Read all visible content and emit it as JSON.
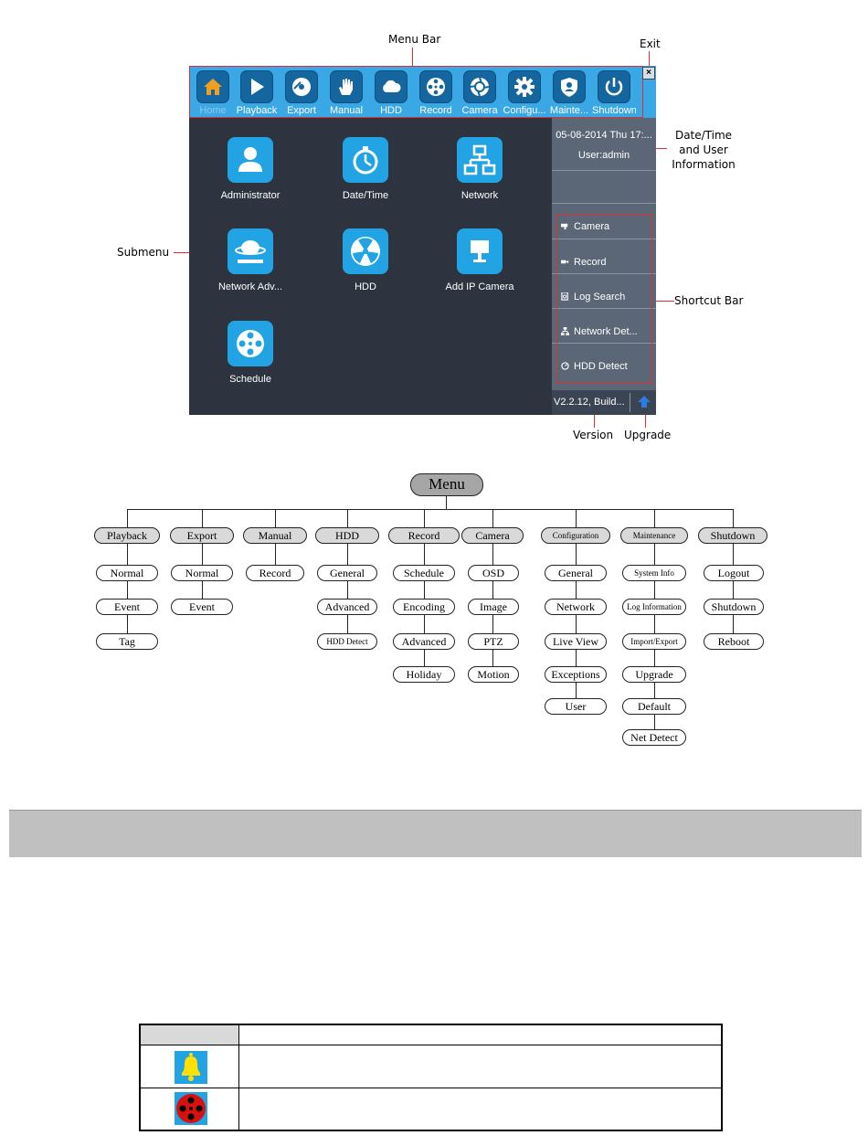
{
  "callouts": {
    "menu_bar": "Menu Bar",
    "exit": "Exit",
    "datetime": "Date/Time and User Information",
    "submenu": "Submenu",
    "shortcut_bar": "Shortcut Bar",
    "version": "Version",
    "upgrade": "Upgrade"
  },
  "menubar": {
    "exit_label": "×",
    "items": [
      {
        "label": "Home",
        "icon": "home-icon"
      },
      {
        "label": "Playback",
        "icon": "play-icon"
      },
      {
        "label": "Export",
        "icon": "disc-icon"
      },
      {
        "label": "Manual",
        "icon": "hand-icon"
      },
      {
        "label": "HDD",
        "icon": "cloud-icon"
      },
      {
        "label": "Record",
        "icon": "film-reel-icon"
      },
      {
        "label": "Camera",
        "icon": "aperture-icon"
      },
      {
        "label": "Configu...",
        "icon": "gear-icon"
      },
      {
        "label": "Mainte...",
        "icon": "shield-user-icon"
      },
      {
        "label": "Shutdown",
        "icon": "power-icon"
      }
    ]
  },
  "submenu": {
    "items": [
      {
        "label": "Administrator",
        "icon": "user-icon"
      },
      {
        "label": "Date/Time",
        "icon": "stopwatch-icon"
      },
      {
        "label": "Network",
        "icon": "network-icon"
      },
      {
        "label": "Network Adv...",
        "icon": "globe-icon"
      },
      {
        "label": "HDD",
        "icon": "hdd-icon"
      },
      {
        "label": "Add IP Camera",
        "icon": "camera-icon"
      },
      {
        "label": "Schedule",
        "icon": "film-reel-icon"
      }
    ]
  },
  "sidepanel": {
    "datetime": "05-08-2014 Thu 17:...",
    "user": "User:admin",
    "shortcuts": [
      {
        "label": "Camera",
        "icon": "camera-small-icon"
      },
      {
        "label": "Record",
        "icon": "record-small-icon"
      },
      {
        "label": "Log Search",
        "icon": "log-search-icon"
      },
      {
        "label": "Network Det...",
        "icon": "network-small-icon"
      },
      {
        "label": "HDD Detect",
        "icon": "hdd-small-icon"
      }
    ],
    "version": "V2.2.12, Build...",
    "upgrade_icon": "upgrade-arrow-icon"
  },
  "tree": {
    "root": "Menu",
    "columns": [
      {
        "label": "Playback",
        "children": [
          "Normal",
          "Event",
          "Tag"
        ]
      },
      {
        "label": "Export",
        "children": [
          "Normal",
          "Event"
        ]
      },
      {
        "label": "Manual",
        "children": [
          "Record"
        ]
      },
      {
        "label": "HDD",
        "children": [
          "General",
          "Advanced",
          "HDD Detect"
        ]
      },
      {
        "label": "Record",
        "children": [
          "Schedule",
          "Encoding",
          "Advanced",
          "Holiday"
        ]
      },
      {
        "label": "Camera",
        "children": [
          "OSD",
          "Image",
          "PTZ",
          "Motion"
        ]
      },
      {
        "label": "Configuration",
        "children": [
          "General",
          "Network",
          "Live View",
          "Exceptions",
          "User"
        ]
      },
      {
        "label": "Maintenance",
        "children": [
          "System Info",
          "Log Information",
          "Import/Export",
          "Upgrade",
          "Default",
          "Net Detect"
        ]
      },
      {
        "label": "Shutdown",
        "children": [
          "Logout",
          "Shutdown",
          "Reboot"
        ]
      }
    ]
  },
  "table": {
    "rows": [
      {
        "icon": "alarm-bell-icon",
        "bg": "#22a3e3",
        "fg": "#ffe000"
      },
      {
        "icon": "record-reel-icon",
        "bg": "#22a3e3",
        "fg": "#d81010"
      }
    ]
  },
  "colors": {
    "menubar": "#3aa8e4",
    "screen_bg": "#2d3440",
    "sidepanel": "#5b6776",
    "callout_line": "#e03030"
  }
}
